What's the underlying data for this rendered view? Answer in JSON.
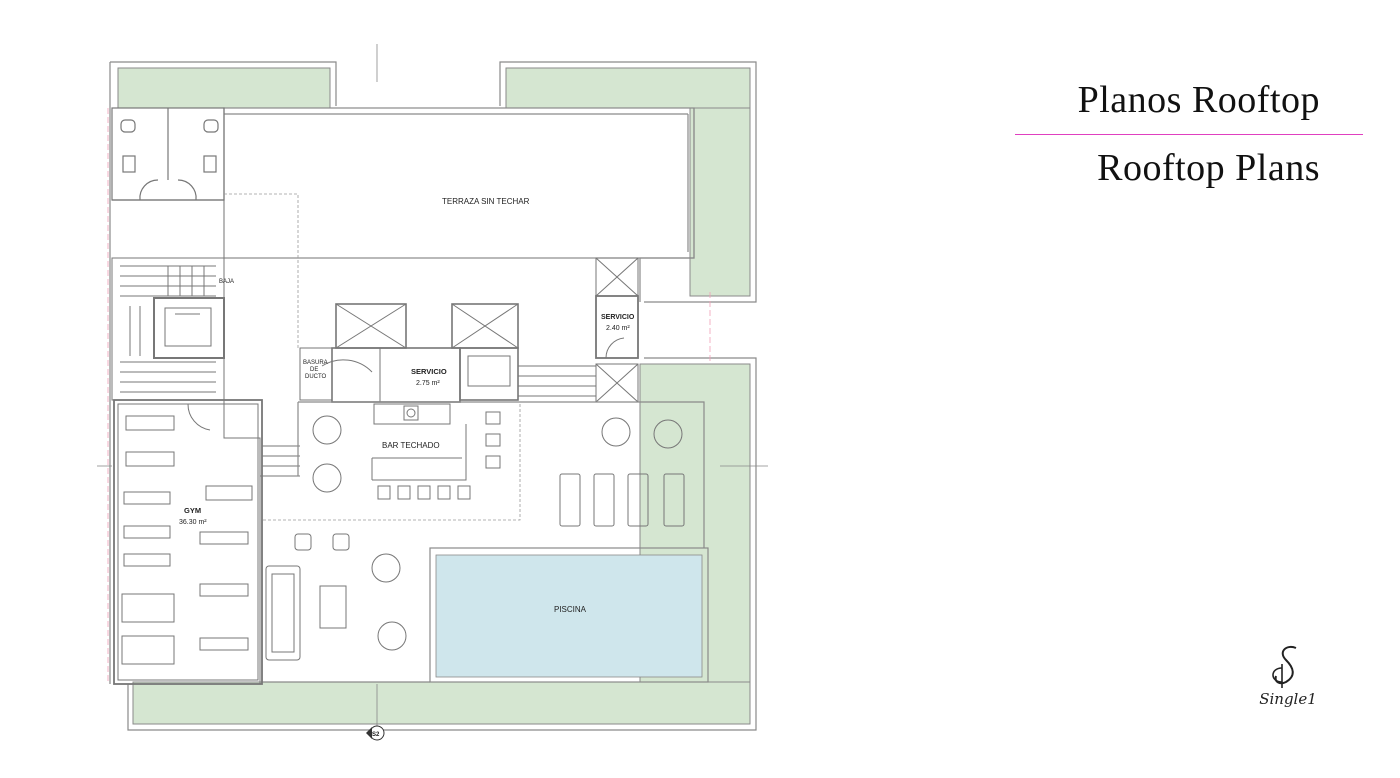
{
  "page": {
    "title_es": "Planos Rooftop",
    "title_en": "Rooftop Plans",
    "brand": "Single1",
    "accent_color": "#e040c0"
  },
  "plan": {
    "rooms": {
      "terraza": "TERRAZA SIN TECHAR",
      "baja": "BAJA",
      "basura": [
        "BASURA",
        "DE",
        "DUCTO"
      ],
      "servicio_1": "SERVICIO",
      "servicio_1_area": "2.75 m²",
      "servicio_2": "SERVICIO",
      "servicio_2_area": "2.40 m²",
      "bar": "BAR TECHADO",
      "gym": "GYM",
      "gym_area": "36.30 m²",
      "piscina": "PISCINA"
    },
    "section_marker": "S2",
    "colors": {
      "garden": "#d5e6d1",
      "pool": "#cfe6ec",
      "wall": "#8a8a8a"
    }
  }
}
